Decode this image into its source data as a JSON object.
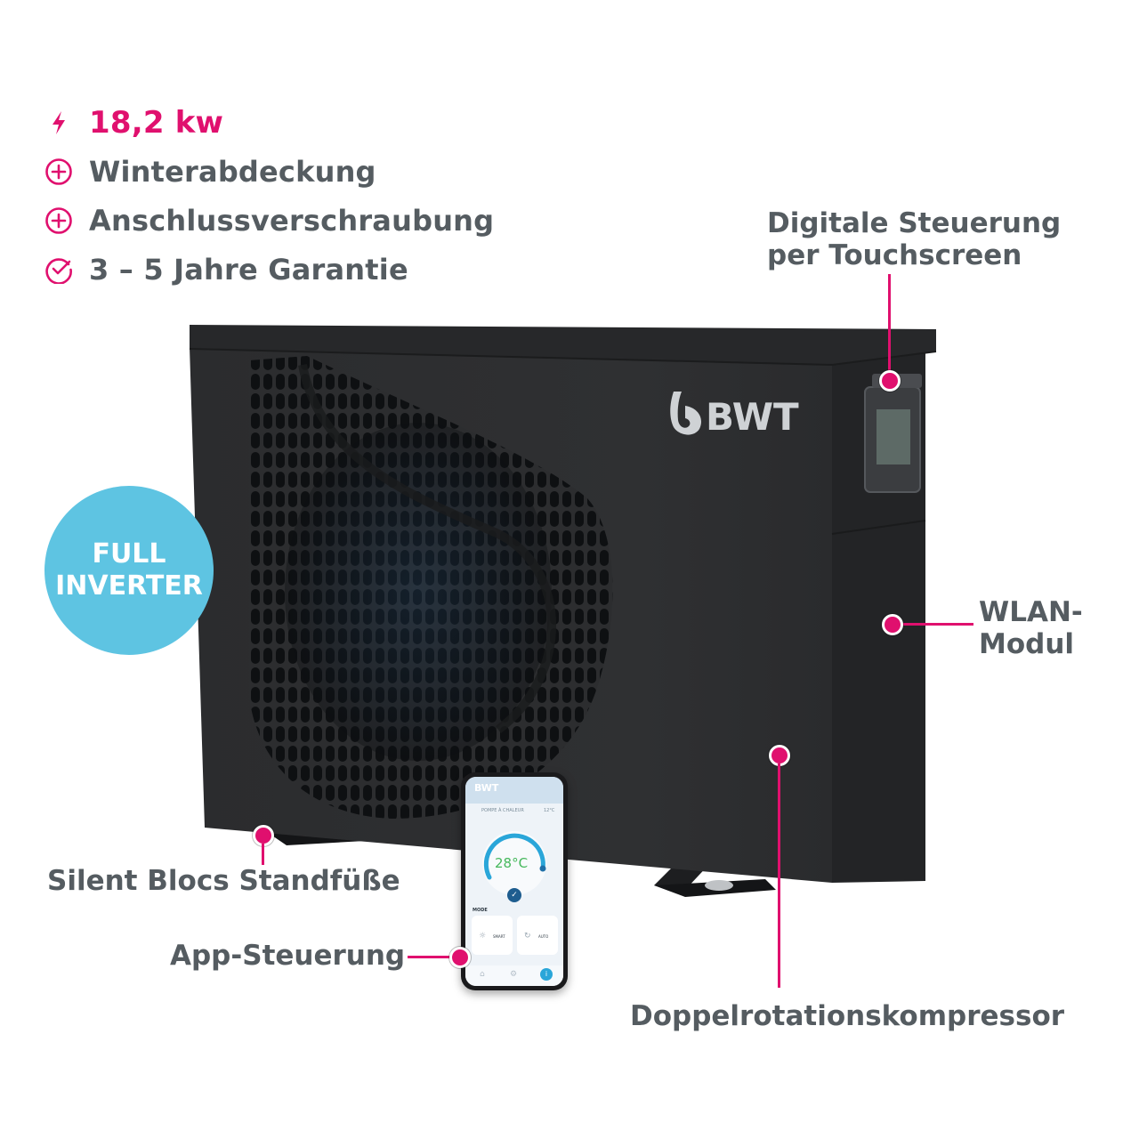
{
  "features": [
    {
      "icon": "lightning-icon",
      "text": "18,2 kw"
    },
    {
      "icon": "plus-circle-icon",
      "text": "Winterabdeckung"
    },
    {
      "icon": "plus-circle-icon",
      "text": "Anschlussverschraubung"
    },
    {
      "icon": "check-circle-icon",
      "text": "3 – 5 Jahre Garantie"
    }
  ],
  "badge": {
    "line1": "FULL",
    "line2": "INVERTER"
  },
  "brand": {
    "logo": "BWT"
  },
  "callouts": {
    "touchscreen": {
      "line1": "Digitale Steuerung",
      "line2": "per Touchscreen"
    },
    "wlan": {
      "line1": "WLAN-",
      "line2": "Modul"
    },
    "feet": "Silent Blocs Standfüße",
    "app": "App-Steuerung",
    "compressor": "Doppelrotationskompressor"
  },
  "phone": {
    "brand": "BWT",
    "header": "POMPE À CHALEUR",
    "outside_temp": "12°C",
    "temperature": "28°C",
    "mode_label": "MODE",
    "mode_left": "SMART",
    "mode_right": "AUTO"
  },
  "colors": {
    "accent": "#e0106e",
    "text": "#555c61",
    "badge": "#5ec4e2",
    "unit": "#2a2b2d"
  }
}
